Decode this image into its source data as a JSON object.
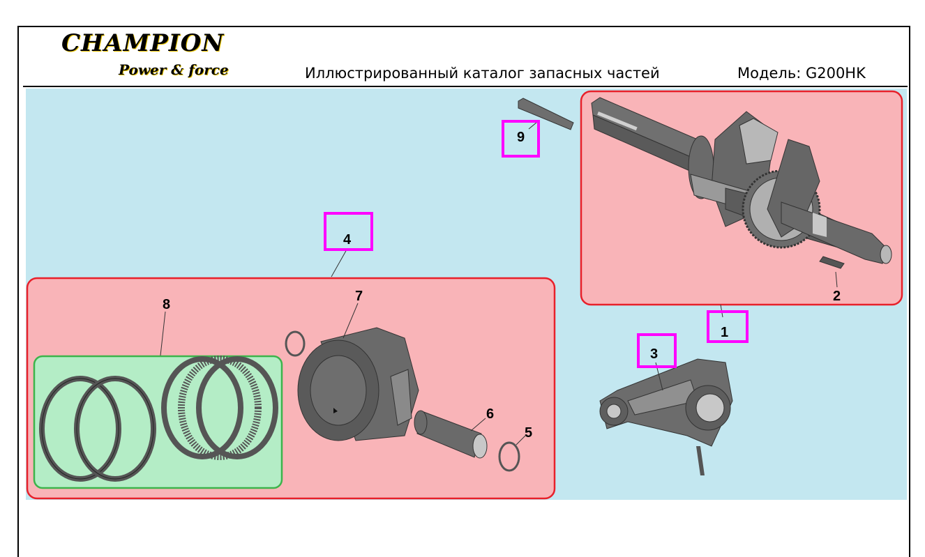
{
  "header": {
    "brand": "CHAMPION",
    "tagline": "Power & force",
    "catalog_title": "Иллюстрированный каталог запасных частей",
    "model_label": "Модель: G200HK"
  },
  "colors": {
    "background": "#c3e7f0",
    "group_fill": "#f9b4b8",
    "group_border": "#e8202a",
    "subgroup_fill": "#b4edc6",
    "subgroup_border": "#3cb44b",
    "highlight": "#ff00ff"
  },
  "callouts": {
    "p1": "1",
    "p2": "2",
    "p3": "3",
    "p4": "4",
    "p5": "5",
    "p6": "6",
    "p7": "7",
    "p8": "8",
    "p9": "9"
  }
}
